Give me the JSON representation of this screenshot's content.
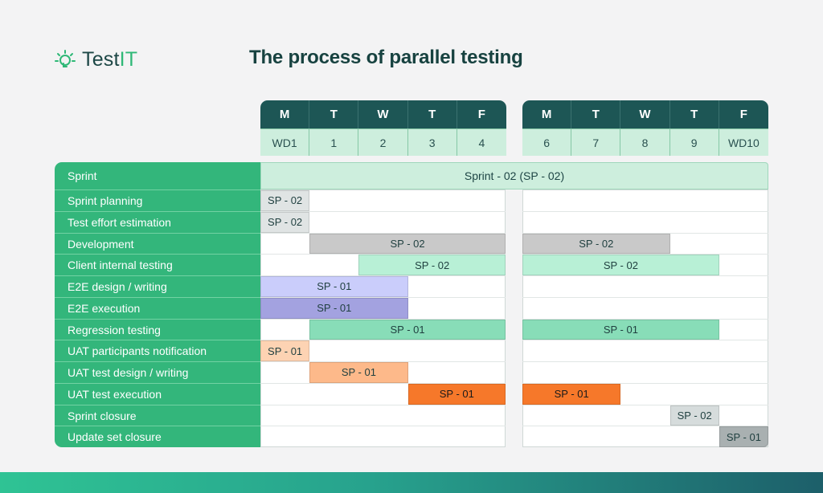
{
  "brand": {
    "prefix": "Test",
    "suffix": "IT"
  },
  "title": "The process of parallel testing",
  "weeks": [
    {
      "days": [
        "M",
        "T",
        "W",
        "T",
        "F"
      ],
      "numbers": [
        "WD1",
        "1",
        "2",
        "3",
        "4"
      ]
    },
    {
      "days": [
        "M",
        "T",
        "W",
        "T",
        "F"
      ],
      "numbers": [
        "6",
        "7",
        "8",
        "9",
        "WD10"
      ]
    }
  ],
  "sprint": {
    "label": "Sprint",
    "value": "Sprint - 02 (SP - 02)"
  },
  "rows": [
    "Sprint planning",
    "Test effort estimation",
    "Development",
    "Client internal testing",
    "E2E design / writing",
    "E2E execution",
    "Regression testing",
    "UAT participants notification",
    "UAT test design / writing",
    "UAT test execution",
    "Sprint closure",
    "Update set closure"
  ],
  "bars": [
    {
      "row": 0,
      "start": 0,
      "end": 1,
      "label": "SP - 02",
      "kind": "plan"
    },
    {
      "row": 1,
      "start": 0,
      "end": 1,
      "label": "SP - 02",
      "kind": "plan"
    },
    {
      "row": 2,
      "start": 1,
      "end": 5,
      "label": "SP - 02",
      "kind": "dev"
    },
    {
      "row": 2,
      "start": 5,
      "end": 8,
      "label": "SP - 02",
      "kind": "dev"
    },
    {
      "row": 3,
      "start": 2,
      "end": 5,
      "label": "SP - 02",
      "kind": "client"
    },
    {
      "row": 3,
      "start": 5,
      "end": 9,
      "label": "SP - 02",
      "kind": "client"
    },
    {
      "row": 4,
      "start": 0,
      "end": 3,
      "label": "SP - 01",
      "kind": "e2e_design"
    },
    {
      "row": 5,
      "start": 0,
      "end": 3,
      "label": "SP - 01",
      "kind": "e2e_exec"
    },
    {
      "row": 6,
      "start": 1,
      "end": 5,
      "label": "SP - 01",
      "kind": "regression"
    },
    {
      "row": 6,
      "start": 5,
      "end": 9,
      "label": "SP - 01",
      "kind": "regression"
    },
    {
      "row": 7,
      "start": 0,
      "end": 1,
      "label": "SP - 01",
      "kind": "uat_notify"
    },
    {
      "row": 8,
      "start": 1,
      "end": 3,
      "label": "SP - 01",
      "kind": "uat_design"
    },
    {
      "row": 9,
      "start": 3,
      "end": 5,
      "label": "SP - 01",
      "kind": "uat_exec"
    },
    {
      "row": 9,
      "start": 5,
      "end": 7,
      "label": "SP - 01",
      "kind": "uat_exec"
    },
    {
      "row": 10,
      "start": 8,
      "end": 9,
      "label": "SP - 02",
      "kind": "closure"
    },
    {
      "row": 11,
      "start": 9,
      "end": 10,
      "label": "SP - 01",
      "kind": "update"
    }
  ],
  "colors": {
    "plan": {
      "fill": "#e0e4e4",
      "text": "#1f3f3f"
    },
    "dev": {
      "fill": "#c9c9c9",
      "text": "#1f3f3f"
    },
    "client": {
      "fill": "#b8f0d6",
      "text": "#1f3f3f"
    },
    "e2e_design": {
      "fill": "#cacdfb",
      "text": "#1f3f3f"
    },
    "e2e_exec": {
      "fill": "#a3a2e0",
      "text": "#1f3f3f"
    },
    "regression": {
      "fill": "#88ddb8",
      "text": "#1f3f3f"
    },
    "uat_notify": {
      "fill": "#fdd3b3",
      "text": "#1f3f3f"
    },
    "uat_design": {
      "fill": "#fdb98a",
      "text": "#1f3f3f"
    },
    "uat_exec": {
      "fill": "#f6782a",
      "text": "#1a1a1a"
    },
    "closure": {
      "fill": "#d6dcdc",
      "text": "#1f3f3f"
    },
    "update": {
      "fill": "#a9b0b1",
      "text": "#1f3f3f"
    }
  }
}
